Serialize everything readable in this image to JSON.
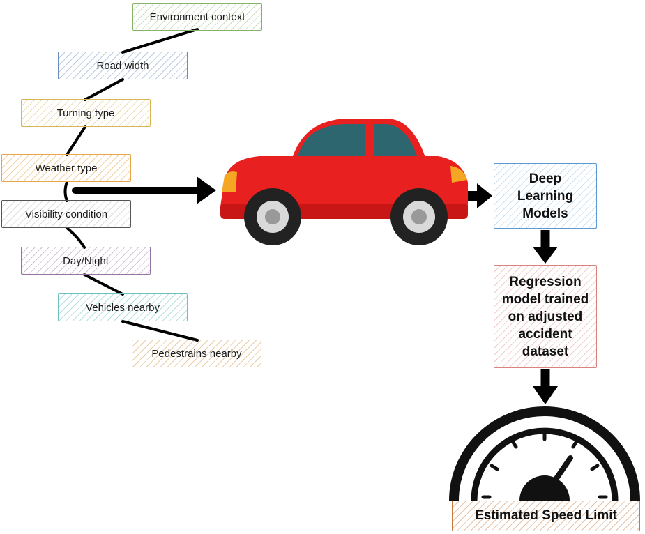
{
  "factors": [
    "Environment context",
    "Road width",
    "Turning type",
    "Weather type",
    "Visibility condition",
    "Day/Night",
    "Vehicles nearby",
    "Pedestrains nearby"
  ],
  "pipeline": {
    "deep_learning": [
      "Deep",
      "Learning",
      "Models"
    ],
    "regression": [
      "Regression",
      "model trained",
      "on adjusted",
      "accident",
      "dataset"
    ],
    "output": "Estimated Speed Limit"
  },
  "colors": {
    "car_body": "#e8201f",
    "car_window": "#2e6670",
    "headlight": "#f5a623",
    "connector": "#000000"
  },
  "icons": [
    "car-icon",
    "speedometer-icon"
  ]
}
